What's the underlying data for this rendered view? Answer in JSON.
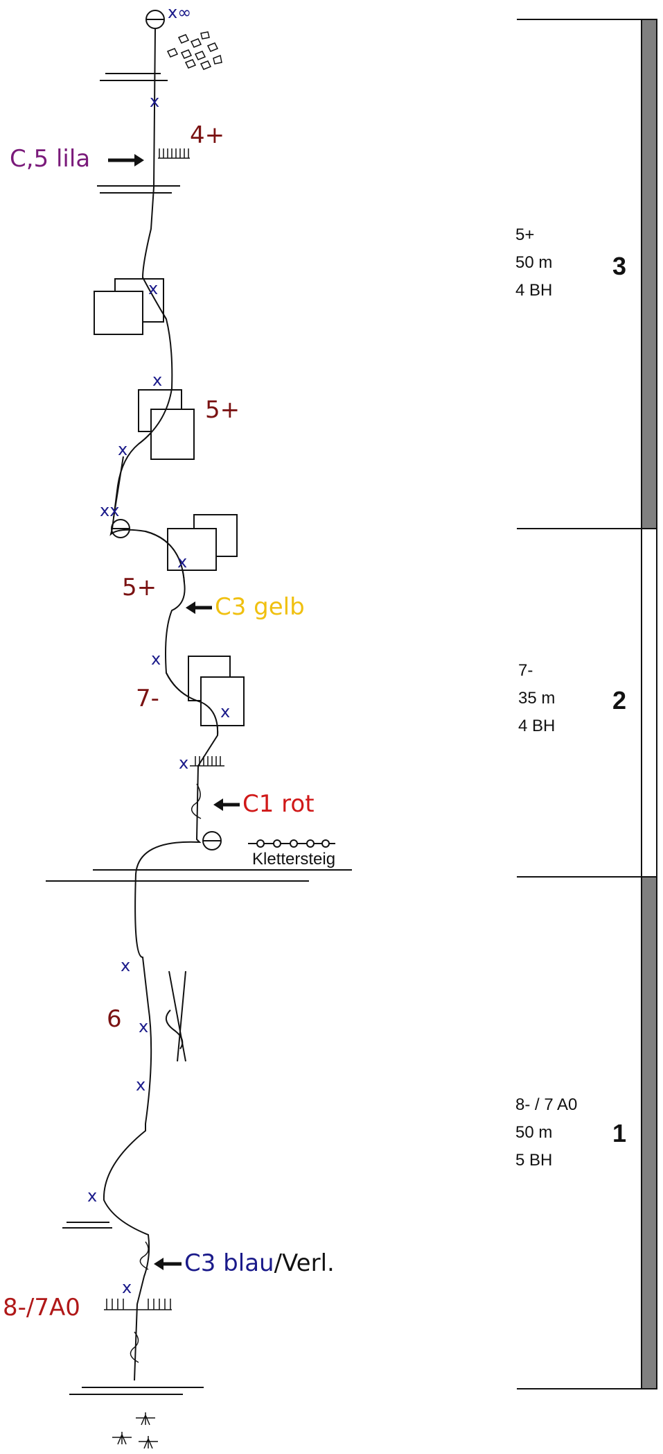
{
  "colors": {
    "bolt": "#1a1a8a",
    "grade": "#7a1212",
    "lila": "#7a1a7a",
    "gelb": "#f0c010",
    "rot": "#d01818",
    "blau": "#1a1a8a",
    "bar_dark": "#808080"
  },
  "bolt_marker": "x",
  "belay_marker": "⊖",
  "bolt_pair": "xx",
  "bolt_loops": "x∞",
  "grades": {
    "top": "4+",
    "slab_upper": "5+",
    "pitch2_start": "5+",
    "crux": "7-",
    "pitch1_mid": "6",
    "pitch1_start": "8-/7A0"
  },
  "cams": {
    "lila": "C,5 lila",
    "gelb": "C3 gelb",
    "rot": "C1 rot",
    "blau": "C3 blau",
    "blau_suffix": "/Verl."
  },
  "legend": {
    "via_ferrata": "Klettersteig"
  },
  "pitches": [
    {
      "number": "3",
      "grade": "5+",
      "length": "50 m",
      "bolts": "4 BH",
      "fill": "dark"
    },
    {
      "number": "2",
      "grade": "7-",
      "length": "35 m",
      "bolts": "4 BH",
      "fill": "light"
    },
    {
      "number": "1",
      "grade": "8- / 7 A0",
      "length": "50 m",
      "bolts": "5 BH",
      "fill": "dark"
    }
  ]
}
